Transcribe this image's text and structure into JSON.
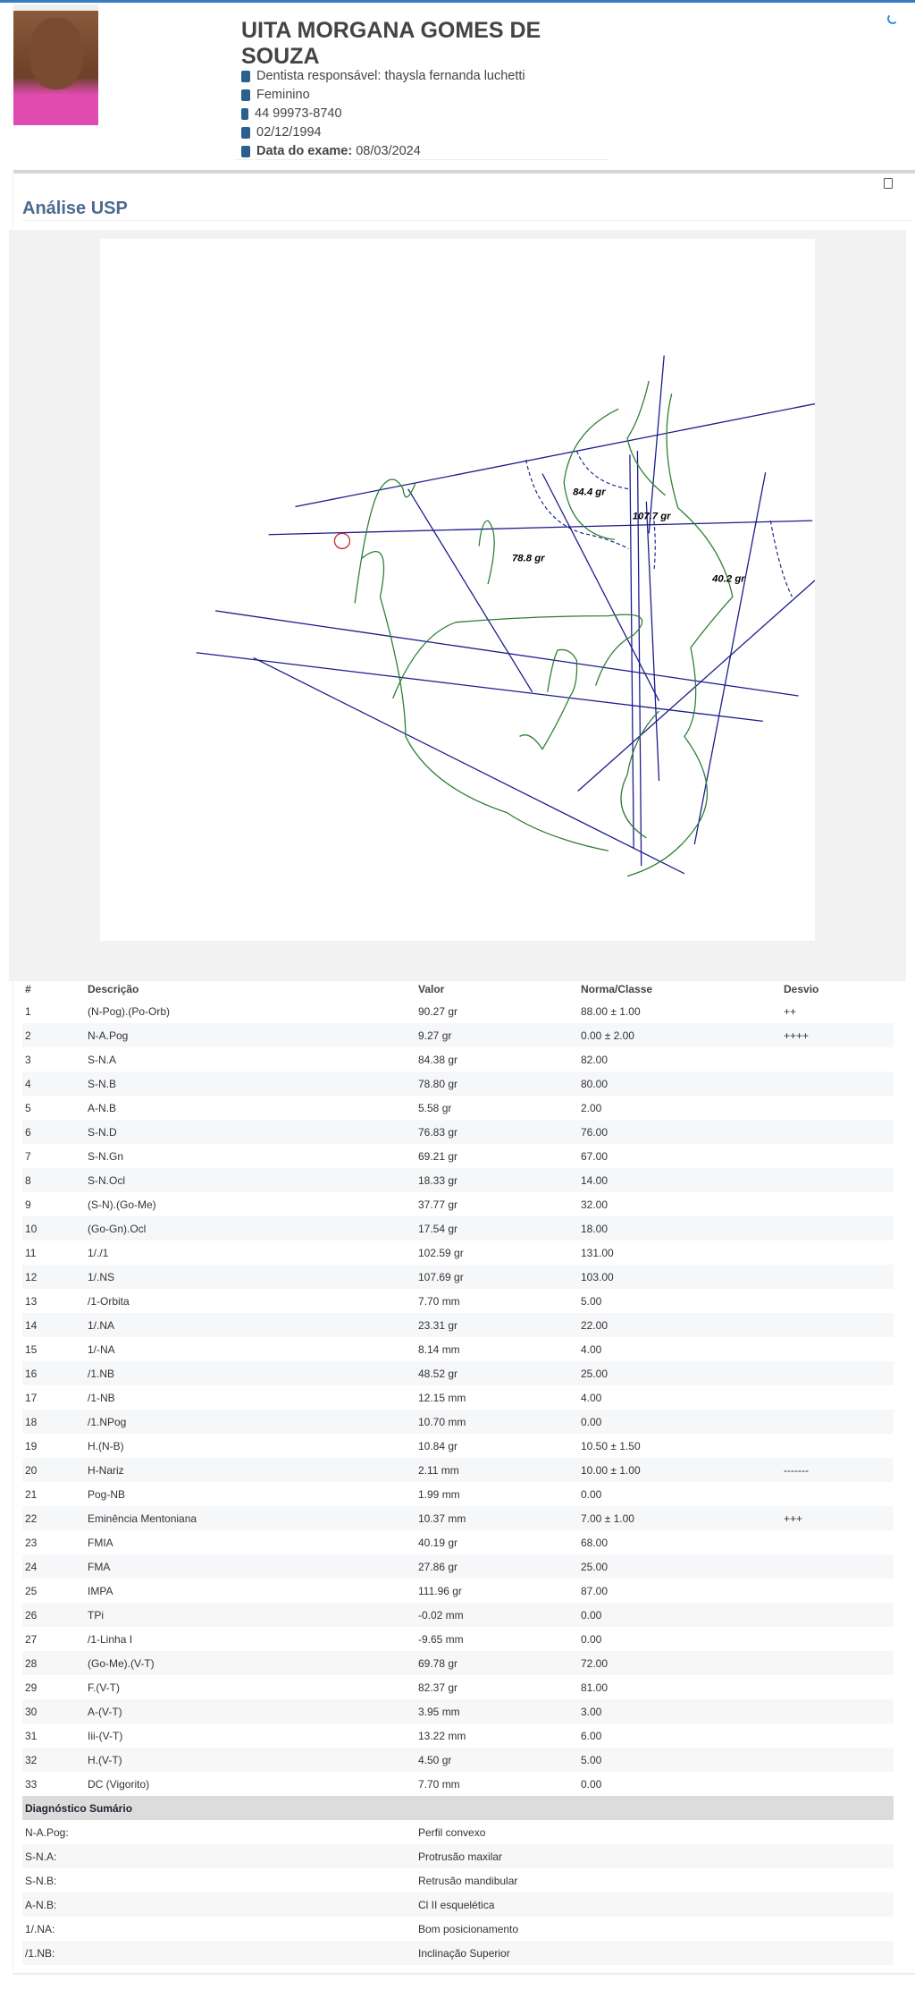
{
  "patient": {
    "name": "UITA MORGANA GOMES DE SOUZA",
    "dentist": "Dentista responsável: thaysla fernanda luchetti",
    "gender": "Feminino",
    "phone": "44 99973-8740",
    "birthdate": "02/12/1994",
    "exam_label": "Data do exame:",
    "exam_date": "08/03/2024"
  },
  "section_title": "Análise USP",
  "tracing": {
    "labels": [
      "84.4 gr",
      "107.7 gr",
      "78.8 gr",
      "40.2 gr"
    ],
    "line_color": "#1a1a8c",
    "curve_color": "#2e7d32"
  },
  "table": {
    "headers": [
      "#",
      "Descrição",
      "Valor",
      "Norma/Classe",
      "Desvio"
    ],
    "rows": [
      [
        "1",
        "(N-Pog).(Po-Orb)",
        "90.27 gr",
        "88.00 ± 1.00",
        "++"
      ],
      [
        "2",
        "N-A.Pog",
        "9.27 gr",
        "0.00 ± 2.00",
        "++++"
      ],
      [
        "3",
        "S-N.A",
        "84.38 gr",
        "82.00",
        ""
      ],
      [
        "4",
        "S-N.B",
        "78.80 gr",
        "80.00",
        ""
      ],
      [
        "5",
        "A-N.B",
        "5.58 gr",
        "2.00",
        ""
      ],
      [
        "6",
        "S-N.D",
        "76.83 gr",
        "76.00",
        ""
      ],
      [
        "7",
        "S-N.Gn",
        "69.21 gr",
        "67.00",
        ""
      ],
      [
        "8",
        "S-N.Ocl",
        "18.33 gr",
        "14.00",
        ""
      ],
      [
        "9",
        "(S-N).(Go-Me)",
        "37.77 gr",
        "32.00",
        ""
      ],
      [
        "10",
        "(Go-Gn).Ocl",
        "17.54 gr",
        "18.00",
        ""
      ],
      [
        "11",
        "1/./1",
        "102.59 gr",
        "131.00",
        ""
      ],
      [
        "12",
        "1/.NS",
        "107.69 gr",
        "103.00",
        ""
      ],
      [
        "13",
        "/1-Orbita",
        "7.70 mm",
        "5.00",
        ""
      ],
      [
        "14",
        "1/.NA",
        "23.31 gr",
        "22.00",
        ""
      ],
      [
        "15",
        "1/-NA",
        "8.14 mm",
        "4.00",
        ""
      ],
      [
        "16",
        "/1.NB",
        "48.52 gr",
        "25.00",
        ""
      ],
      [
        "17",
        "/1-NB",
        "12.15 mm",
        "4.00",
        ""
      ],
      [
        "18",
        "/1.NPog",
        "10.70 mm",
        "0.00",
        ""
      ],
      [
        "19",
        "H.(N-B)",
        "10.84 gr",
        "10.50 ± 1.50",
        ""
      ],
      [
        "20",
        "H-Nariz",
        "2.11 mm",
        "10.00 ± 1.00",
        "-------"
      ],
      [
        "21",
        "Pog-NB",
        "1.99 mm",
        "0.00",
        ""
      ],
      [
        "22",
        "Eminência Mentoniana",
        "10.37 mm",
        "7.00 ± 1.00",
        "+++"
      ],
      [
        "23",
        "FMIA",
        "40.19 gr",
        "68.00",
        ""
      ],
      [
        "24",
        "FMA",
        "27.86 gr",
        "25.00",
        ""
      ],
      [
        "25",
        "IMPA",
        "111.96 gr",
        "87.00",
        ""
      ],
      [
        "26",
        "TPi",
        "-0.02 mm",
        "0.00",
        ""
      ],
      [
        "27",
        "/1-Linha I",
        "-9.65 mm",
        "0.00",
        ""
      ],
      [
        "28",
        "(Go-Me).(V-T)",
        "69.78 gr",
        "72.00",
        ""
      ],
      [
        "29",
        "F.(V-T)",
        "82.37 gr",
        "81.00",
        ""
      ],
      [
        "30",
        "A-(V-T)",
        "3.95 mm",
        "3.00",
        ""
      ],
      [
        "31",
        "Iii-(V-T)",
        "13.22 mm",
        "6.00",
        ""
      ],
      [
        "32",
        "H.(V-T)",
        "4.50 gr",
        "5.00",
        ""
      ],
      [
        "33",
        "DC (Vigorito)",
        "7.70 mm",
        "0.00",
        ""
      ]
    ],
    "diagnosis_title": "Diagnóstico Sumário",
    "diagnosis": [
      [
        "N-A.Pog:",
        "Perfil convexo"
      ],
      [
        "S-N.A:",
        "Protrusão maxilar"
      ],
      [
        "S-N.B:",
        "Retrusão mandibular"
      ],
      [
        "A-N.B:",
        "Cl II esquelética"
      ],
      [
        "1/.NA:",
        "Bom posicionamento"
      ],
      [
        "/1.NB:",
        "Inclinação Superior"
      ]
    ]
  }
}
